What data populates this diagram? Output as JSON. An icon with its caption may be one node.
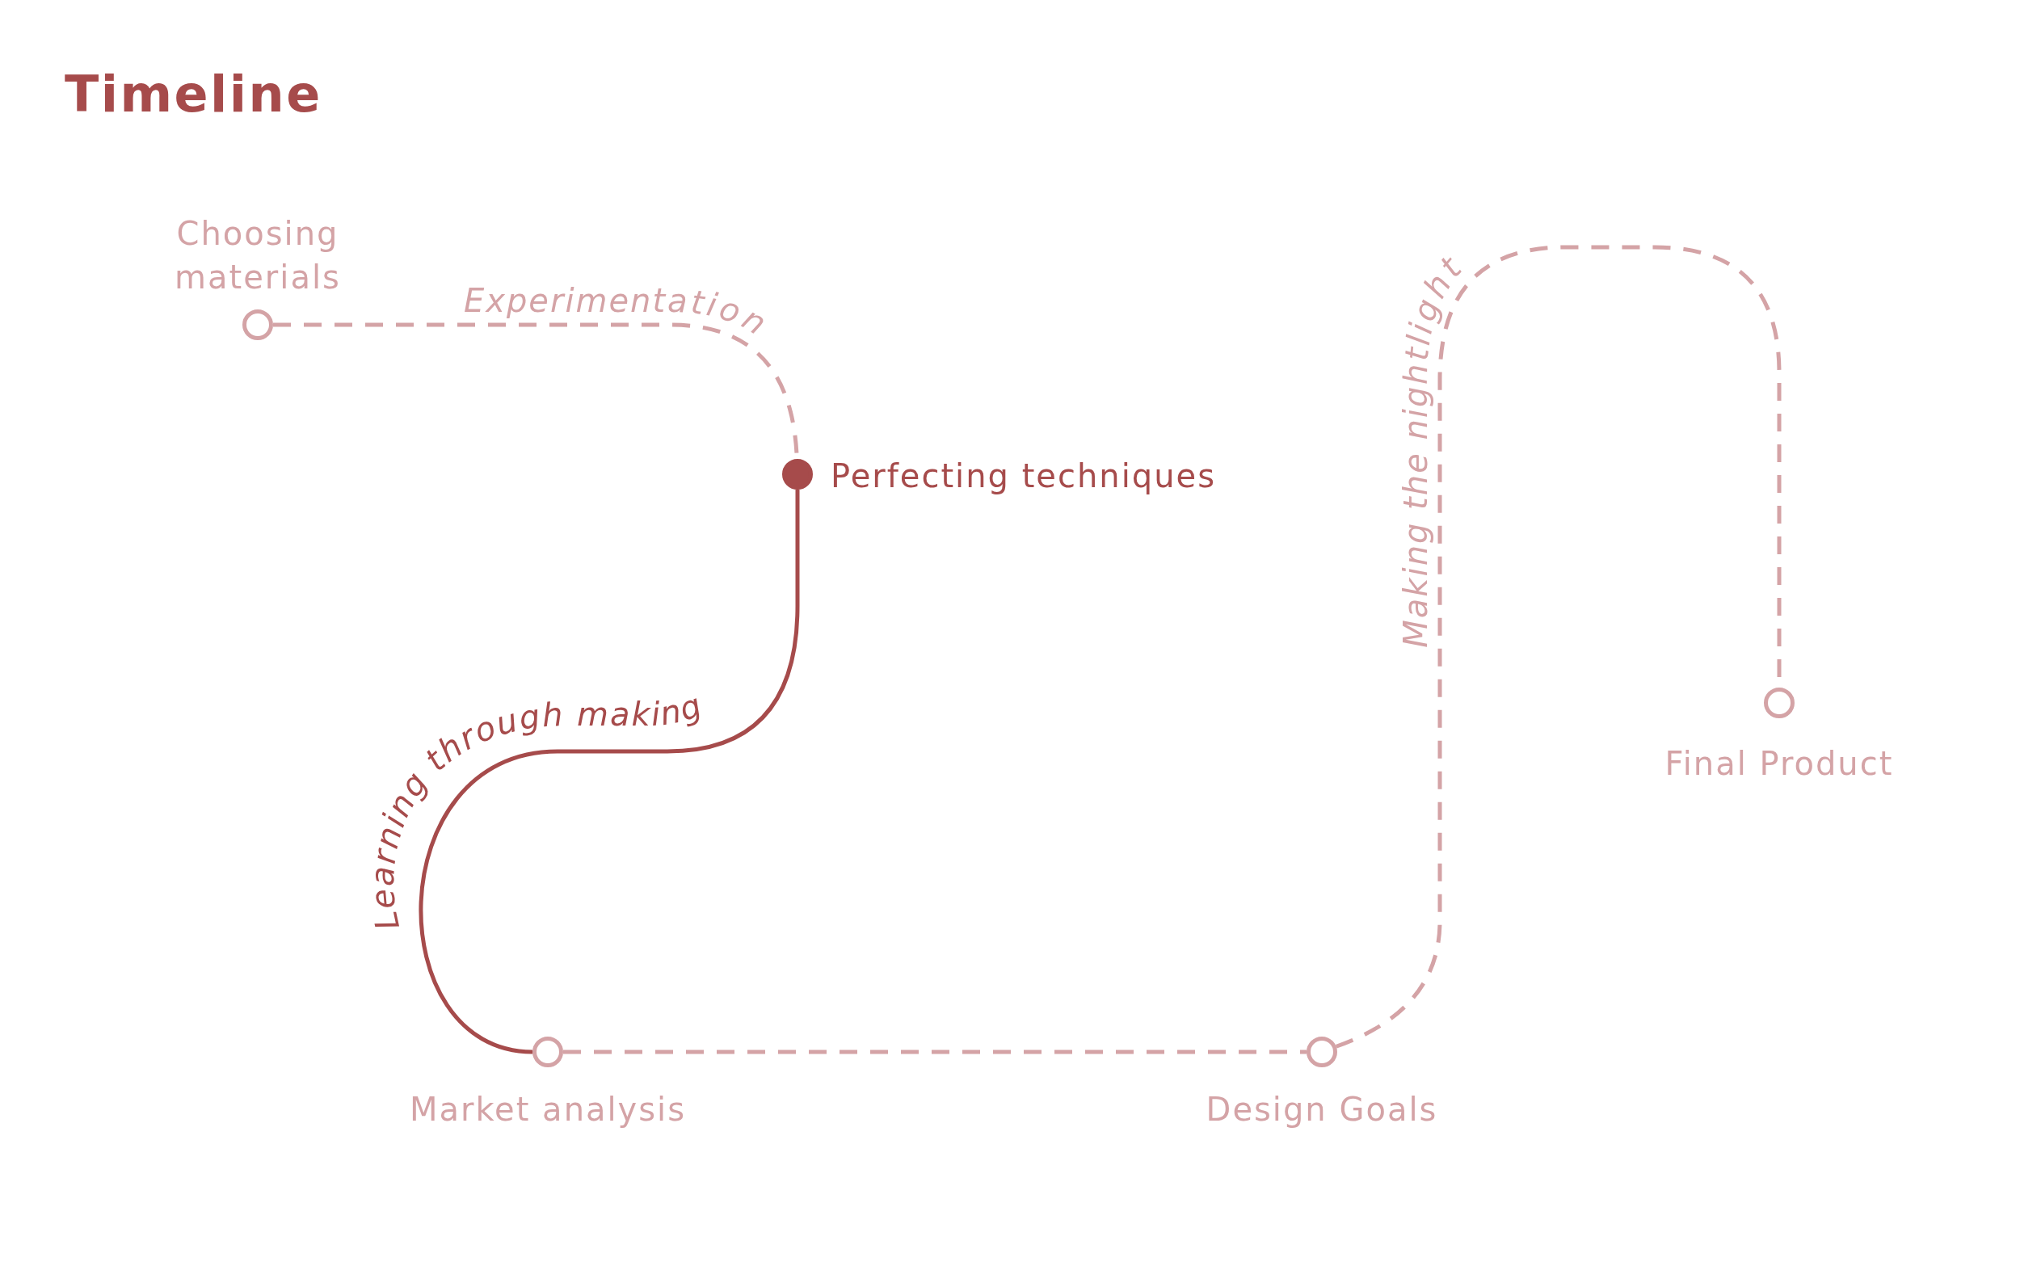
{
  "diagram": {
    "title": "Timeline",
    "nodes": [
      {
        "text": [],
        "shape": "circle",
        "beside": [
          "Choosing materials"
        ]
      },
      {
        "text": [],
        "shape": "circle",
        "beside": [
          "Perfecting techniques"
        ]
      },
      {
        "text": [],
        "shape": "circle",
        "beside": [
          "Market analysis"
        ]
      },
      {
        "text": [],
        "shape": "circle",
        "beside": [
          "Design Goals"
        ]
      },
      {
        "text": [],
        "shape": "circle",
        "beside": [
          "Final Product"
        ]
      }
    ],
    "edges": [
      {
        "from": 0,
        "to": 1,
        "arrow": "none",
        "label": "Experimentation",
        "style": "dashed"
      },
      {
        "from": 1,
        "to": 2,
        "arrow": "none",
        "label": "Learning through making",
        "color": "#a64b4b"
      },
      {
        "from": 2,
        "to": 3,
        "arrow": "none",
        "style": "dashed"
      },
      {
        "from": 3,
        "to": 4,
        "arrow": "none",
        "label": "Making the nightlight",
        "style": "dashed"
      }
    ]
  }
}
